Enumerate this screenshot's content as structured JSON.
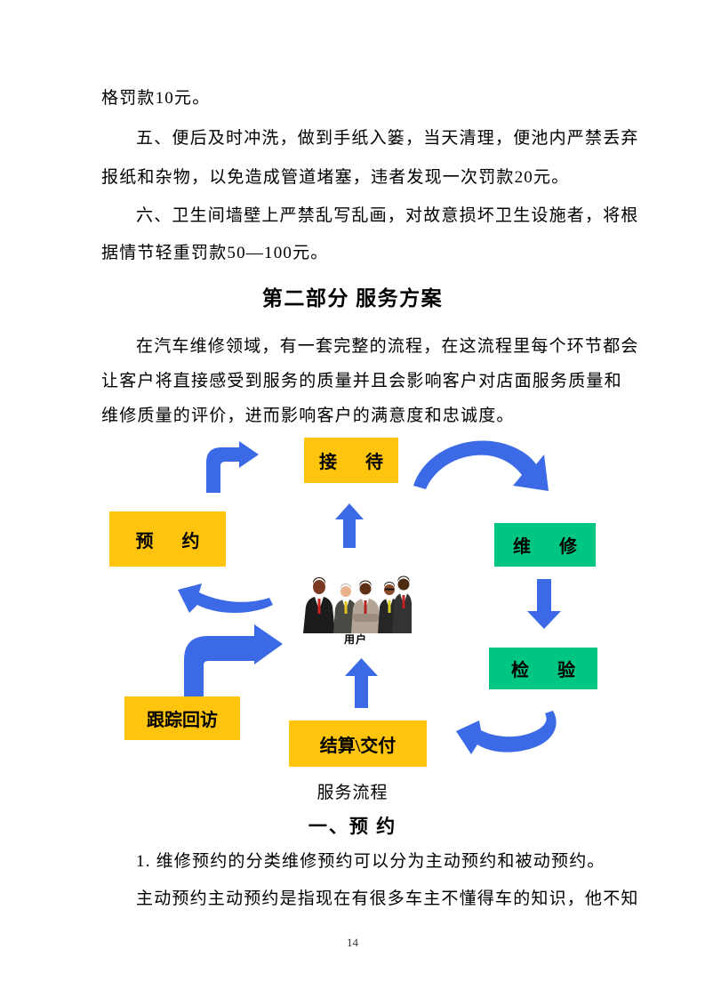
{
  "colors": {
    "page_background": "#FFFFFF",
    "node_yellow": "#FFC40D",
    "node_green": "#00C683",
    "arrow_blue": "#3C69E6"
  },
  "content": {
    "intro_tail": "格罚款10元。",
    "rule5": [
      "五、便后及时冲洗，做到手纸入篓，当天清理，便池内严禁丢弃",
      "报纸和杂物，以免造成管道堵塞，违者发现一次罚款20元。"
    ],
    "rule6": [
      "六、卫生间墙壁上严禁乱写乱画，对故意损坏卫生设施者，将根",
      "据情节轻重罚款50—100元。"
    ],
    "part2_heading": "第二部分 服务方案",
    "intro2": [
      "在汽车维修领域，有一套完整的流程，在这流程里每个环节都会",
      "让客户将直接感受到服务的质量并且会影响客户对店面服务质量和",
      "维修质量的评价，进而影响客户的满意度和忠诚度。"
    ],
    "diagram_caption": "服务流程",
    "section1_heading": "一、预 约",
    "section1": [
      "1. 维修预约的分类维修预约可以分为主动预约和被动预约。",
      "主动预约主动预约是指现在有很多车主不懂得车的知识，他不知"
    ],
    "page_number": "14"
  },
  "diagram": {
    "nodes": {
      "reception": {
        "label": "接　待"
      },
      "appointment": {
        "label": "预　约"
      },
      "repair": {
        "label": "维　修"
      },
      "inspection": {
        "label": "检　验"
      },
      "followup": {
        "label": "跟踪回访"
      },
      "settlement": {
        "label": "结算\\交付"
      },
      "customer": {
        "label": "用户"
      }
    }
  }
}
